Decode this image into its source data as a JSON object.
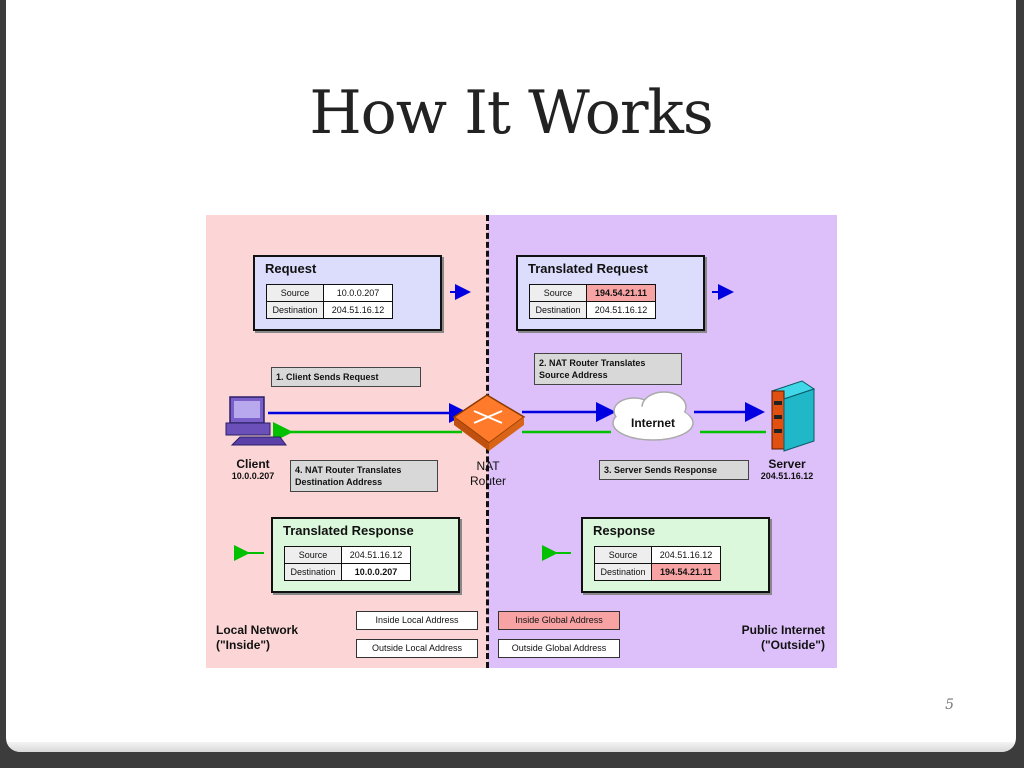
{
  "slide": {
    "title": "How It Works",
    "page_number": "5"
  },
  "request": {
    "title": "Request",
    "source_label": "Source",
    "source_value": "10.0.0.207",
    "dest_label": "Destination",
    "dest_value": "204.51.16.12"
  },
  "translated_request": {
    "title": "Translated Request",
    "source_label": "Source",
    "source_value": "194.54.21.11",
    "dest_label": "Destination",
    "dest_value": "204.51.16.12"
  },
  "translated_response": {
    "title": "Translated Response",
    "source_label": "Source",
    "source_value": "204.51.16.12",
    "dest_label": "Destination",
    "dest_value": "10.0.0.207"
  },
  "response": {
    "title": "Response",
    "source_label": "Source",
    "source_value": "204.51.16.12",
    "dest_label": "Destination",
    "dest_value": "194.54.21.11"
  },
  "steps": {
    "s1": "1. Client Sends Request",
    "s2a": "2. NAT Router Translates",
    "s2b": "Source Address",
    "s3": "3. Server Sends Response",
    "s4a": "4. NAT Router Translates",
    "s4b": "Destination Address"
  },
  "nodes": {
    "client": "Client",
    "client_ip": "10.0.0.207",
    "nat1": "NAT",
    "nat2": "Router",
    "internet": "Internet",
    "server": "Server",
    "server_ip": "204.51.16.12"
  },
  "regions": {
    "local1": "Local Network",
    "local2": "(\"Inside\")",
    "public1": "Public Internet",
    "public2": "(\"Outside\")"
  },
  "legend": {
    "inside_local": "Inside Local Address",
    "outside_local": "Outside Local Address",
    "inside_global": "Inside Global Address",
    "outside_global": "Outside Global Address"
  },
  "colors": {
    "inside_bg": "#fcd6d6",
    "outside_bg": "#ddc0fa",
    "request_arrow": "#0000e0",
    "response_arrow": "#00c000",
    "highlight": "#f7a3a3"
  }
}
